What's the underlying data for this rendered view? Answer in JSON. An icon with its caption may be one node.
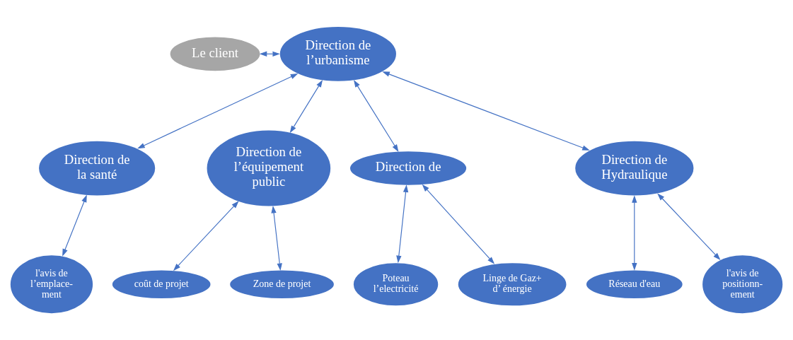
{
  "diagram": {
    "nodes": [
      {
        "text": [
          "Le client"
        ]
      },
      {
        "text": [
          "Direction de l’urbanisme"
        ]
      },
      {
        "text": [
          "Direction de la santé"
        ]
      },
      {
        "text": [
          "Direction de l’équipement public"
        ]
      },
      {
        "text": [
          "Direction de"
        ]
      },
      {
        "text": [
          "Direction de Hydraulique"
        ]
      },
      {
        "text": [
          "l'avis de l’emplace- ment"
        ]
      },
      {
        "text": [
          "coût de projet"
        ]
      },
      {
        "text": [
          "Zone de projet"
        ]
      },
      {
        "text": [
          "Poteau l’electricité"
        ]
      },
      {
        "text": [
          "Linge de Gaz+ d’ énergie"
        ]
      },
      {
        "text": [
          "Réseau d'eau"
        ]
      },
      {
        "text": [
          "l'avis de positionn- ement"
        ]
      }
    ],
    "edges": [
      {
        "from": 0,
        "to": 1,
        "arrow": "both"
      },
      {
        "from": 1,
        "to": 2,
        "arrow": "both"
      },
      {
        "from": 1,
        "to": 3,
        "arrow": "both"
      },
      {
        "from": 1,
        "to": 4,
        "arrow": "both"
      },
      {
        "from": 1,
        "to": 5,
        "arrow": "both"
      },
      {
        "from": 2,
        "to": 6,
        "arrow": "both"
      },
      {
        "from": 3,
        "to": 7,
        "arrow": "both"
      },
      {
        "from": 3,
        "to": 8,
        "arrow": "both"
      },
      {
        "from": 4,
        "to": 9,
        "arrow": "both"
      },
      {
        "from": 4,
        "to": 10,
        "arrow": "both"
      },
      {
        "from": 5,
        "to": 11,
        "arrow": "both"
      },
      {
        "from": 5,
        "to": 12,
        "arrow": "both"
      }
    ]
  }
}
